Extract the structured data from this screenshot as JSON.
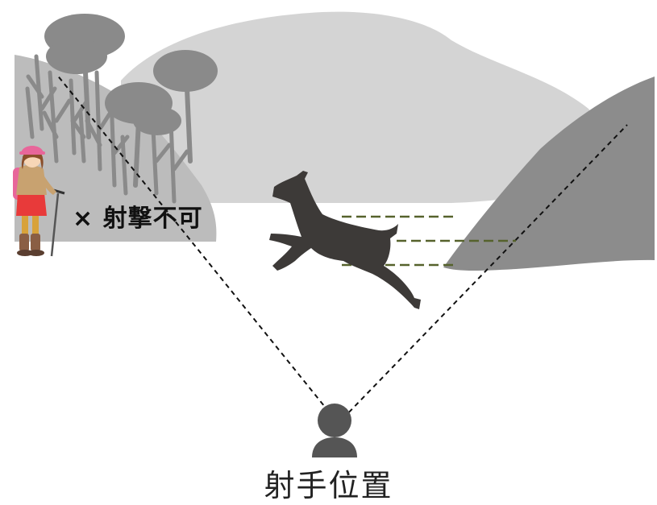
{
  "labels": {
    "no_shoot": "× 射撃不可",
    "shooter_position": "射手位置"
  },
  "colors": {
    "distant_hill": "#d4d4d4",
    "left_slope": "#bcbcbc",
    "right_slope": "#8c8c8c",
    "trees": "#8a8a8a",
    "deer": "#3d3a38",
    "shooter": "#555555",
    "sight_lines": "#111111",
    "motion_lines": "#56622c",
    "hiker_jacket": "#c8a270",
    "hiker_skirt": "#e83a3a",
    "hiker_hat": "#e8669a"
  },
  "icons": {
    "shooter": "person-silhouette-icon",
    "target": "deer-silhouette-icon",
    "bystander": "hiker-illustration"
  }
}
